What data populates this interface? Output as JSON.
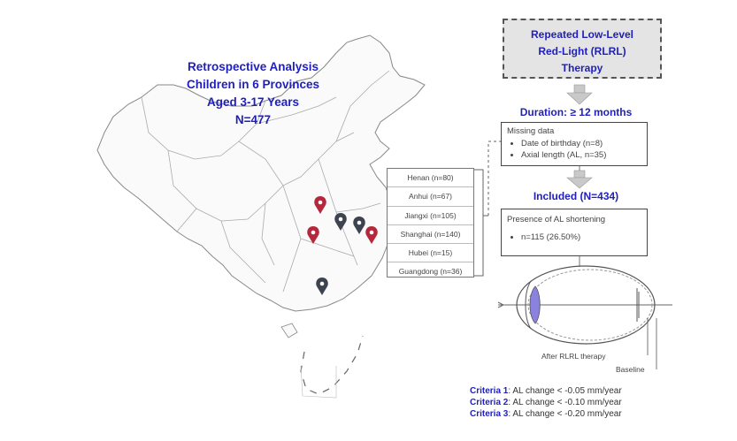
{
  "title": {
    "line1": "Retrospective Analysis",
    "line2": "Children in 6 Provinces",
    "line3": "Aged 3-17 Years",
    "line4": "N=477"
  },
  "provinces": [
    "Henan (n=80)",
    "Anhui (n=67)",
    "Jiangxi (n=105)",
    "Shanghai (n=140)",
    "Hubei (n=15)",
    "Guangdong (n=36)"
  ],
  "therapy": {
    "line1": "Repeated Low-Level",
    "line2": "Red-Light (RLRL)",
    "line3": "Therapy"
  },
  "duration": "Duration: ≥ 12 months",
  "missing": {
    "title": "Missing data",
    "items": [
      "Date of birthday (n=8)",
      "Axial length (AL, n=35)"
    ]
  },
  "included": "Included (N=434)",
  "presence": {
    "title": "Presence of AL shortening",
    "item": "n=115 (26.50%)"
  },
  "eye": {
    "after_label": "After RLRL therapy",
    "baseline_label": "Baseline"
  },
  "criteria": [
    {
      "label": "Criteria 1",
      "text": ": AL change < -0.05 mm/year"
    },
    {
      "label": "Criteria 2",
      "text": ": AL change < -0.10 mm/year"
    },
    {
      "label": "Criteria 3",
      "text": ": AL change < -0.20 mm/year"
    }
  ],
  "colors": {
    "accent": "#1f1fbf",
    "pin_red": "#b5283c",
    "pin_dark": "#3d4450",
    "lens": "#8b82e0",
    "map_outline": "#888888"
  }
}
